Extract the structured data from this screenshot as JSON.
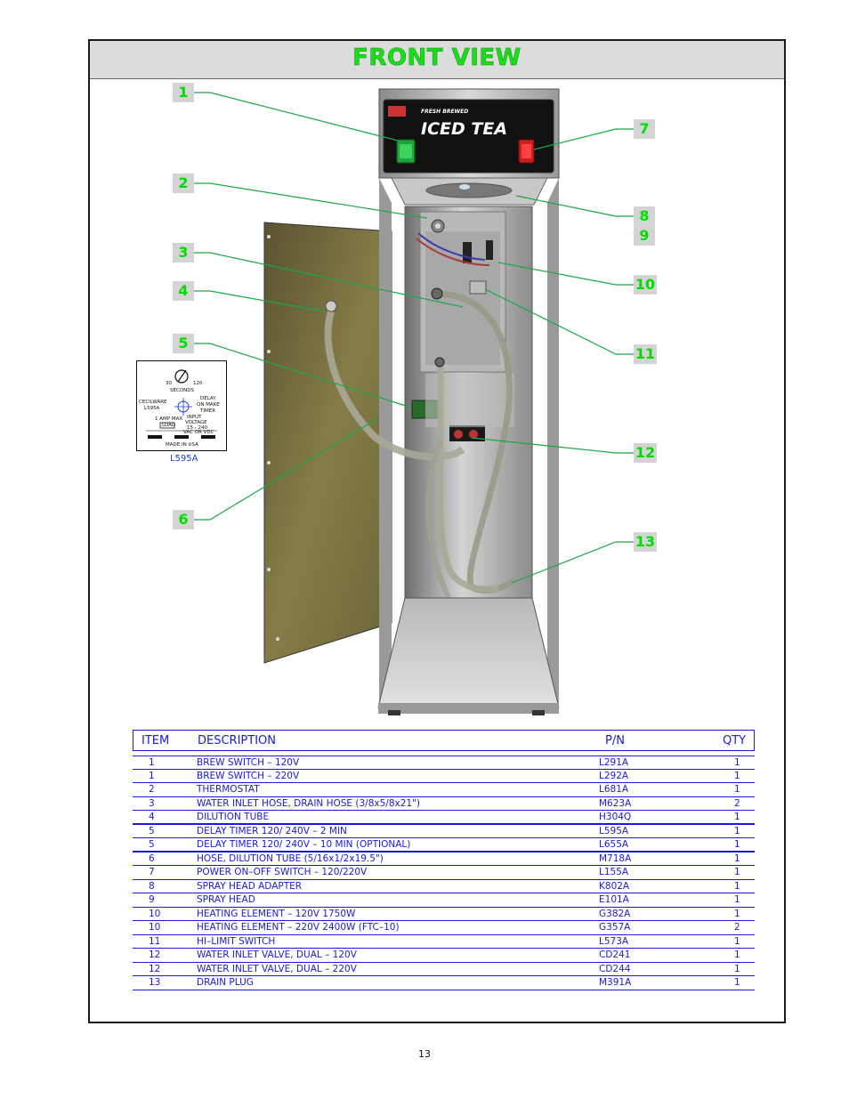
{
  "page": {
    "title": "FRONT VIEW",
    "page_number": "13"
  },
  "machine_panel": {
    "brand_tag": "FRESH BREWED",
    "sign_text": "ICED TEA"
  },
  "callouts": [
    "1",
    "2",
    "3",
    "4",
    "5",
    "6",
    "7",
    "8",
    "9",
    "10",
    "11",
    "12",
    "13"
  ],
  "timer_label": {
    "caption": "L595A",
    "range_low": "30",
    "range_high": "120",
    "unit": "SECONDS",
    "maker": "CECILWARE",
    "model": "L595A",
    "delay_line1": "DELAY",
    "delay_line2": "ON MAKE",
    "delay_line3": "TIMER",
    "amp_rating": "1 AMP MAX",
    "load": "LOAD",
    "input_line1": "INPUT",
    "input_line2": "VOLTAGE",
    "input_line3": "15 - 240",
    "input_line4": "VAC OR VDC",
    "made_in": "MADE IN USA"
  },
  "parts_table": {
    "headers": {
      "item": "ITEM",
      "description": "DESCRIPTION",
      "pn": "P/N",
      "qty": "QTY"
    },
    "rows": [
      {
        "item": "1",
        "description": "BREW SWITCH  –  120V",
        "pn": "L291A",
        "qty": "1"
      },
      {
        "item": "1",
        "description": "BREW SWITCH  –  220V",
        "pn": "L292A",
        "qty": "1"
      },
      {
        "item": "2",
        "description": "THERMOSTAT",
        "pn": "L681A",
        "qty": "1"
      },
      {
        "item": "3",
        "description": "WATER INLET HOSE, DRAIN HOSE (3/8x5/8x21\")",
        "pn": "M623A",
        "qty": "2"
      },
      {
        "item": "4",
        "description": "DILUTION TUBE",
        "pn": "H304Q",
        "qty": "1"
      },
      {
        "item": "5",
        "description": "DELAY TIMER   120/ 240V  –  2 MIN",
        "pn": "L595A",
        "qty": "1"
      },
      {
        "item": "5",
        "description": "DELAY TIMER   120/ 240V  –  10 MIN (OPTIONAL)",
        "pn": "L655A",
        "qty": "1"
      },
      {
        "item": "6",
        "description": "HOSE, DILUTION TUBE (5/16x1/2x19.5\")",
        "pn": "M718A",
        "qty": "1"
      },
      {
        "item": "7",
        "description": "POWER ON–OFF SWITCH  –  120/220V",
        "pn": "L155A",
        "qty": "1"
      },
      {
        "item": "8",
        "description": "SPRAY HEAD ADAPTER",
        "pn": "K802A",
        "qty": "1"
      },
      {
        "item": "9",
        "description": "SPRAY HEAD",
        "pn": "E101A",
        "qty": "1"
      },
      {
        "item": "10",
        "description": "HEATING ELEMENT  –  120V 1750W",
        "pn": "G382A",
        "qty": "1"
      },
      {
        "item": "10",
        "description": "HEATING ELEMENT  –  220V 2400W (FTC–10)",
        "pn": "G357A",
        "qty": "2"
      },
      {
        "item": "11",
        "description": "HI–LIMIT SWITCH",
        "pn": "L573A",
        "qty": "1"
      },
      {
        "item": "12",
        "description": "WATER INLET VALVE, DUAL  –  120V",
        "pn": "CD241",
        "qty": "1"
      },
      {
        "item": "12",
        "description": "WATER INLET VALVE, DUAL  –  220V",
        "pn": "CD244",
        "qty": "1"
      },
      {
        "item": "13",
        "description": "DRAIN PLUG",
        "pn": "M391A",
        "qty": "1"
      }
    ]
  }
}
